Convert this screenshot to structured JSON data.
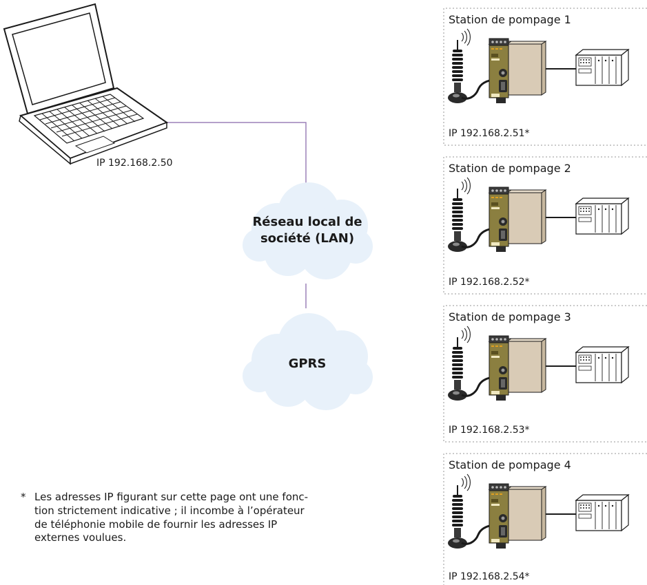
{
  "laptop": {
    "ip_label": "IP 192.168.2.50"
  },
  "clouds": {
    "lan": {
      "line1": "Réseau local de",
      "line2": "société (LAN)"
    },
    "gprs": {
      "label": "GPRS"
    }
  },
  "stations": [
    {
      "title": "Station de pompage 1",
      "ip_label": "IP 192.168.2.51*"
    },
    {
      "title": "Station de pompage 2",
      "ip_label": "IP 192.168.2.52*"
    },
    {
      "title": "Station de pompage 3",
      "ip_label": "IP 192.168.2.53*"
    },
    {
      "title": "Station de pompage 4",
      "ip_label": "IP 192.168.2.54*"
    }
  ],
  "footnote": {
    "marker": "*",
    "lines": [
      "Les adresses IP figurant sur cette page ont une fonc-",
      "tion strictement indicative ; il incombe à l’opérateur",
      "de téléphonie mobile de fournir les adresses IP",
      "externes voulues."
    ]
  },
  "colors": {
    "connector": "#9b80b8",
    "cloud_fill": "#e8f1fa",
    "station_border": "#b8b8b8",
    "modem_body": "#d9cbb6",
    "modem_front": "#8b7f40"
  }
}
